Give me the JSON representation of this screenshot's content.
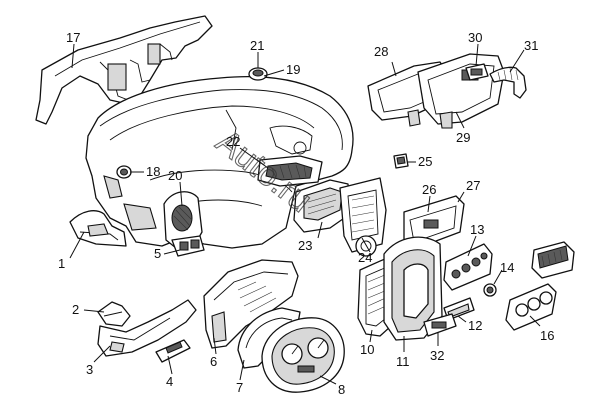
{
  "diagram": {
    "watermark": "Auto.ru",
    "callouts": [
      "1",
      "2",
      "3",
      "4",
      "5",
      "6",
      "7",
      "8",
      "10",
      "11",
      "12",
      "13",
      "14",
      "16",
      "17",
      "18",
      "19",
      "20",
      "21",
      "22",
      "23",
      "24",
      "25",
      "26",
      "27",
      "28",
      "29",
      "30",
      "31",
      "32"
    ]
  }
}
